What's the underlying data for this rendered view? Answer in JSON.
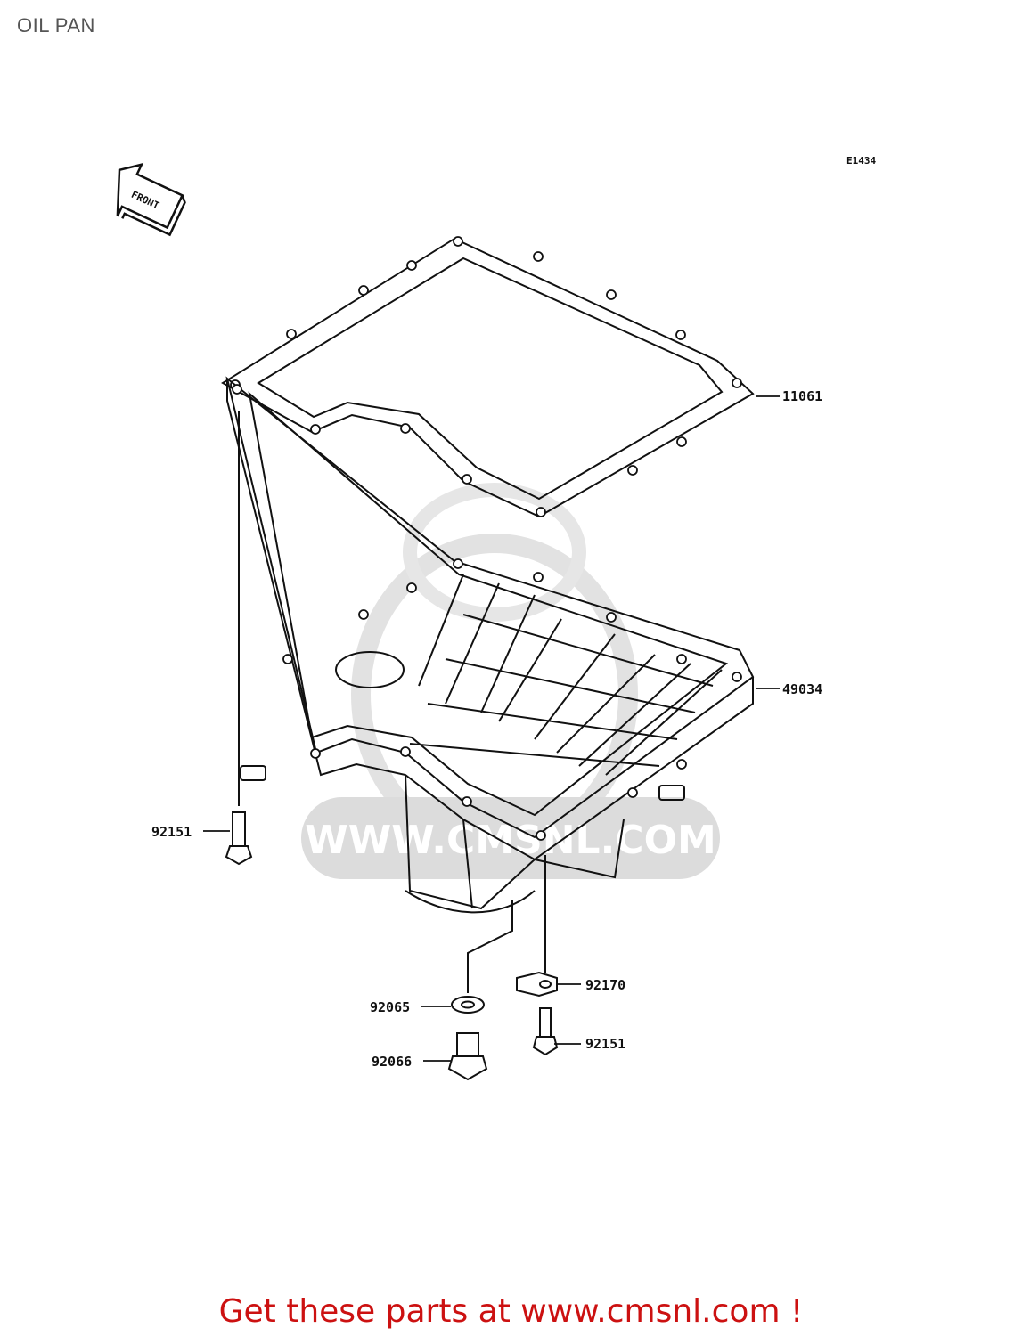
{
  "page": {
    "title": "OIL PAN"
  },
  "diagram": {
    "code": "E1434",
    "front_label": "FRONT",
    "watermark_text": "WWW.CMSNL.COM",
    "parts": [
      {
        "number": "11061",
        "name": "gasket"
      },
      {
        "number": "49034",
        "name": "oil-pan"
      },
      {
        "number": "92151",
        "name": "bolt-left"
      },
      {
        "number": "92170",
        "name": "clamp"
      },
      {
        "number": "92065",
        "name": "washer"
      },
      {
        "number": "92151",
        "name": "bolt-right"
      },
      {
        "number": "92066",
        "name": "drain-plug"
      }
    ]
  },
  "footer": {
    "text": "Get these parts at www.cmsnl.com !"
  },
  "colors": {
    "footer": "#cc1111",
    "watermark": "#d8d8d8",
    "line": "#111111"
  }
}
